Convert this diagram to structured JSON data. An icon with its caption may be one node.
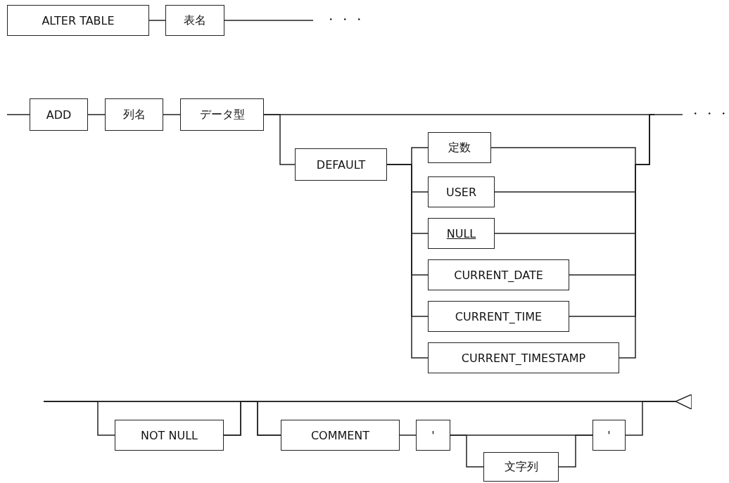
{
  "diagram": {
    "nodes": [
      {
        "text": [
          "ALTER TABLE"
        ]
      },
      {
        "text": [
          "表名"
        ]
      },
      {
        "text": [
          "ADD"
        ]
      },
      {
        "text": [
          "列名"
        ]
      },
      {
        "text": [
          "データ型"
        ]
      },
      {
        "text": [
          "DEFAULT"
        ]
      },
      {
        "text": [
          "定数"
        ]
      },
      {
        "text": [
          "USER"
        ]
      },
      {
        "text": [
          "NULL"
        ]
      },
      {
        "text": [
          "CURRENT_DATE"
        ]
      },
      {
        "text": [
          "CURRENT_TIME"
        ]
      },
      {
        "text": [
          "CURRENT_TIMESTAMP"
        ]
      },
      {
        "text": [
          "NOT NULL"
        ]
      },
      {
        "text": [
          "COMMENT"
        ]
      },
      {
        "text": [
          "'"
        ]
      },
      {
        "text": [
          "文字列"
        ]
      },
      {
        "text": [
          "'"
        ]
      },
      {
        "text": [],
        "shape": "triangle"
      }
    ],
    "edges": [
      {
        "from": 0,
        "to": 1,
        "arrow": "none"
      },
      {
        "from": 1,
        "to": null,
        "arrow": "none"
      },
      {
        "from": null,
        "to": 2,
        "arrow": "none"
      },
      {
        "from": 2,
        "to": 3,
        "arrow": "none"
      },
      {
        "from": 3,
        "to": 4,
        "arrow": "none"
      },
      {
        "from": 4,
        "to": null,
        "arrow": "none"
      },
      {
        "from": 4,
        "to": 5,
        "arrow": "none"
      },
      {
        "from": 5,
        "to": 6,
        "arrow": "none"
      },
      {
        "from": 5,
        "to": 7,
        "arrow": "none"
      },
      {
        "from": 5,
        "to": 8,
        "arrow": "none"
      },
      {
        "from": 5,
        "to": 9,
        "arrow": "none"
      },
      {
        "from": 5,
        "to": 10,
        "arrow": "none"
      },
      {
        "from": 5,
        "to": 11,
        "arrow": "none"
      },
      {
        "from": 6,
        "to": null,
        "arrow": "none"
      },
      {
        "from": 7,
        "to": null,
        "arrow": "none"
      },
      {
        "from": 8,
        "to": null,
        "arrow": "none"
      },
      {
        "from": 9,
        "to": null,
        "arrow": "none"
      },
      {
        "from": 10,
        "to": null,
        "arrow": "none"
      },
      {
        "from": 11,
        "to": null,
        "arrow": "none"
      },
      {
        "from": null,
        "to": 12,
        "arrow": "none"
      },
      {
        "from": 12,
        "to": 13,
        "arrow": "none"
      },
      {
        "from": 12,
        "to": 17,
        "arrow": "none"
      },
      {
        "from": null,
        "to": 13,
        "arrow": "none"
      },
      {
        "from": null,
        "to": 17,
        "arrow": "none"
      },
      {
        "from": 13,
        "to": 14,
        "arrow": "none"
      },
      {
        "from": 14,
        "to": 15,
        "arrow": "none"
      },
      {
        "from": 14,
        "to": 16,
        "arrow": "none"
      },
      {
        "from": 15,
        "to": 16,
        "arrow": "none"
      },
      {
        "from": 16,
        "to": 17,
        "arrow": "none"
      }
    ],
    "labels": [
      "・・・",
      "・・・"
    ]
  }
}
